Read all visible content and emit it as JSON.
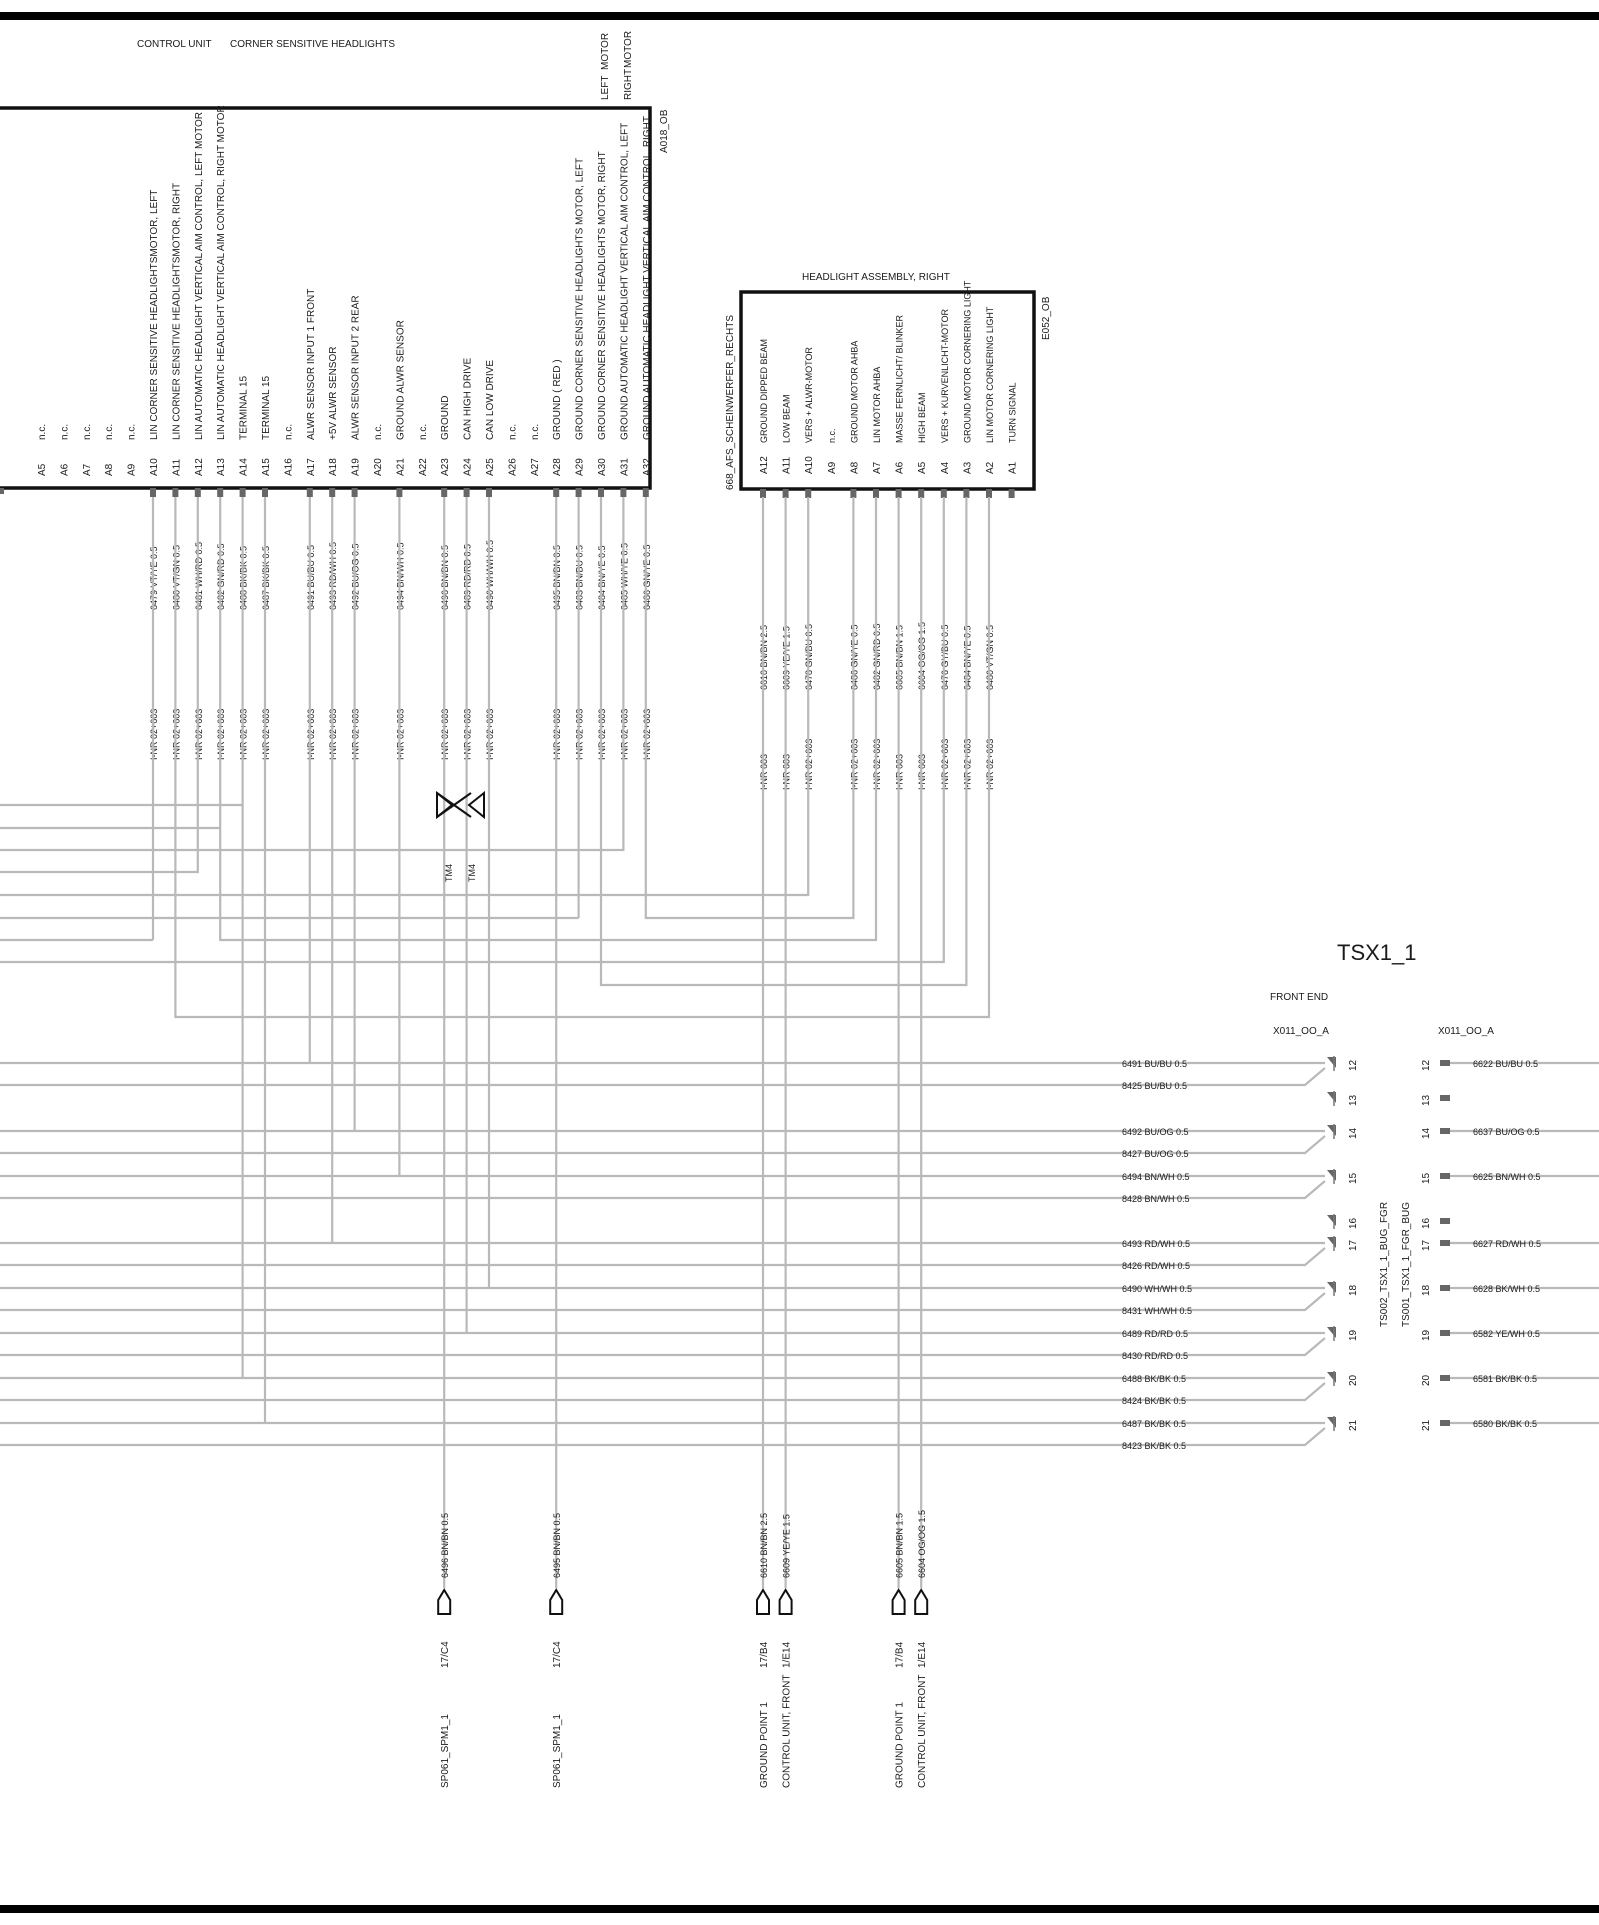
{
  "top_labels": {
    "control_unit": "CONTROL UNIT",
    "corner_headlights": "CORNER SENSITIVE HEADLIGHTS",
    "motor_left": "MOTOR",
    "motor_right": "MOTOR",
    "left_frag": "LEFT",
    "right_frag": "RIGHT"
  },
  "ecu": {
    "id": "A018_OB",
    "pins": [
      {
        "pin": "A5",
        "desc": "n.c.",
        "wire": "",
        "code": ""
      },
      {
        "pin": "A6",
        "desc": "n.c.",
        "wire": "",
        "code": ""
      },
      {
        "pin": "A7",
        "desc": "n.c.",
        "wire": "",
        "code": ""
      },
      {
        "pin": "A8",
        "desc": "n.c.",
        "wire": "",
        "code": ""
      },
      {
        "pin": "A9",
        "desc": "n.c.",
        "wire": "",
        "code": ""
      },
      {
        "pin": "A10",
        "desc": "LIN   CORNER SENSITIVE HEADLIGHTSMOTOR, LEFT",
        "wire": "6479 VT/YE 0.5",
        "code": "I-NR 02+603"
      },
      {
        "pin": "A11",
        "desc": "LIN   CORNER SENSITIVE HEADLIGHTSMOTOR, RIGHT",
        "wire": "6480 VT/GN 0.5",
        "code": "I-NR 02+603"
      },
      {
        "pin": "A12",
        "desc": "LIN   AUTOMATIC HEADLIGHT VERTICAL AIM CONTROL, LEFT MOTOR",
        "wire": "6481 WH/RD 0.5",
        "code": "I-NR 02+603"
      },
      {
        "pin": "A13",
        "desc": "LIN   AUTOMATIC HEADLIGHT VERTICAL AIM CONTROL, RIGHT MOTOR",
        "wire": "6482 GN/RD 0.5",
        "code": "I-NR 02+603"
      },
      {
        "pin": "A14",
        "desc": "TERMINAL 15",
        "wire": "6488 BK/BK 0.5",
        "code": "I-NR 02+603"
      },
      {
        "pin": "A15",
        "desc": "TERMINAL 15",
        "wire": "6487 BK/BK 0.5",
        "code": "I-NR 02+603"
      },
      {
        "pin": "A16",
        "desc": "n.c.",
        "wire": "",
        "code": ""
      },
      {
        "pin": "A17",
        "desc": "ALWR SENSOR   INPUT   1 FRONT",
        "wire": "6491 BU/BU 0.5",
        "code": "I-NR 02+603"
      },
      {
        "pin": "A18",
        "desc": "+5V   ALWR SENSOR",
        "wire": "6493 RD/WH 0.5",
        "code": "I-NR 02+603"
      },
      {
        "pin": "A19",
        "desc": "ALWR SENSOR   INPUT   2 REAR",
        "wire": "6492 BU/OG 0.5",
        "code": "I-NR 02+603"
      },
      {
        "pin": "A20",
        "desc": "n.c.",
        "wire": "",
        "code": ""
      },
      {
        "pin": "A21",
        "desc": "GROUND ALWR SENSOR",
        "wire": "6494 BN/WH 0.5",
        "code": "I-NR 02+603"
      },
      {
        "pin": "A22",
        "desc": "n.c.",
        "wire": "",
        "code": ""
      },
      {
        "pin": "A23",
        "desc": "GROUND",
        "wire": "6496 BN/BN 0.5",
        "code": "I-NR 02+603"
      },
      {
        "pin": "A24",
        "desc": "CAN HIGH   DRIVE",
        "wire": "6489 RD/RD 0.5",
        "code": "I-NR 02+603"
      },
      {
        "pin": "A25",
        "desc": "CAN LOW   DRIVE",
        "wire": "6490 WH/WH 0.5",
        "code": "I-NR 02+603"
      },
      {
        "pin": "A26",
        "desc": "n.c.",
        "wire": "",
        "code": ""
      },
      {
        "pin": "A27",
        "desc": "n.c.",
        "wire": "",
        "code": ""
      },
      {
        "pin": "A28",
        "desc": "GROUND   ( RED )",
        "wire": "6495 BN/BN 0.5",
        "code": "I-NR 02+603"
      },
      {
        "pin": "A29",
        "desc": "GROUND   CORNER SENSITIVE HEADLIGHTS MOTOR, LEFT",
        "wire": "6483 BN/BU 0.5",
        "code": "I-NR 02+603"
      },
      {
        "pin": "A30",
        "desc": "GROUND   CORNER SENSITIVE HEADLIGHTS MOTOR, RIGHT",
        "wire": "6484 BN/YE 0.5",
        "code": "I-NR 02+603"
      },
      {
        "pin": "A31",
        "desc": "GROUND   AUTOMATIC HEADLIGHT VERTICAL AIM CONTROL, LEFT",
        "wire": "6485 WH/YE 0.5",
        "code": "I-NR 02+603"
      },
      {
        "pin": "A32",
        "desc": "GROUND   AUTOMATIC HEADLIGHT VERTICAL AIM CONTROL, RIGHT",
        "wire": "6486 GN/YE 0.5",
        "code": "I-NR 02+603"
      }
    ]
  },
  "headlight": {
    "title": "HEADLIGHT ASSEMBLY, RIGHT",
    "id": "E052_OB",
    "side_label": "668_AFS_SCHEINWERFER_RECHTS",
    "pins": [
      {
        "pin": "A12",
        "desc": "GROUND DIPPED BEAM",
        "wire": "6610 BN/BN 2.5",
        "code": "I-NR 603"
      },
      {
        "pin": "A11",
        "desc": "LOW BEAM",
        "wire": "6609 YE/YE 1.5",
        "code": "I-NR 603"
      },
      {
        "pin": "A10",
        "desc": "VERS + ALWR-MOTOR",
        "wire": "6478 GN/BU 0.5",
        "code": "I-NR 02+603"
      },
      {
        "pin": "A9",
        "desc": "n.c.",
        "wire": "",
        "code": ""
      },
      {
        "pin": "A8",
        "desc": "GROUND MOTOR AHBA",
        "wire": "6486 GN/YE 0.5",
        "code": "I-NR 02+603"
      },
      {
        "pin": "A7",
        "desc": "LIN MOTOR AHBA",
        "wire": "6482 GN/RD 0.5",
        "code": "I-NR 02+603"
      },
      {
        "pin": "A6",
        "desc": "MASSE FERNLICHT/ BLINKER",
        "wire": "6605 BN/BN 1.5",
        "code": "I-NR 603"
      },
      {
        "pin": "A5",
        "desc": "HIGH BEAM",
        "wire": "6604 OG/OG 1.5",
        "code": "I-NR 603"
      },
      {
        "pin": "A4",
        "desc": "VERS + KURVENLICHT-MOTOR",
        "wire": "6476 GY/BU 0.5",
        "code": "I-NR 02+603"
      },
      {
        "pin": "A3",
        "desc": "GROUND MOTOR CORNERING LIGHT",
        "wire": "6484 BN/YE 0.5",
        "code": "I-NR 02+603"
      },
      {
        "pin": "A2",
        "desc": "LIN MOTOR CORNERING LIGHT",
        "wire": "6480 VT/GN 0.5",
        "code": "I-NR 02+603"
      },
      {
        "pin": "A1",
        "desc": "TURN SIGNAL",
        "wire": "",
        "code": ""
      }
    ]
  },
  "twist_labels": [
    "TM4",
    "TM4"
  ],
  "connector_block": {
    "title": "TSX1_1",
    "subtitle": "FRONT END",
    "left_id": "X011_OO_A",
    "right_id": "X011_OO_A",
    "vertical_labels": [
      "TS002_TSX1_1_BUG_FGR",
      "TS001_TSX1_1_FGR_BUG"
    ],
    "rows": [
      {
        "pin": "12",
        "left_wire": "6491 BU/BU 0.5",
        "left_wire2": "8425 BU/BU 0.5",
        "right_wire": "6622 BU/BU 0.5"
      },
      {
        "pin": "13",
        "left_wire": "",
        "left_wire2": "",
        "right_wire": ""
      },
      {
        "pin": "14",
        "left_wire": "6492 BU/OG 0.5",
        "left_wire2": "8427 BU/OG 0.5",
        "right_wire": "6637 BU/OG 0.5"
      },
      {
        "pin": "15",
        "left_wire": "6494 BN/WH 0.5",
        "left_wire2": "8428 BN/WH 0.5",
        "right_wire": "6625 BN/WH 0.5"
      },
      {
        "pin": "16",
        "left_wire": "",
        "left_wire2": "",
        "right_wire": ""
      },
      {
        "pin": "17",
        "left_wire": "6493 RD/WH 0.5",
        "left_wire2": "8426 RD/WH 0.5",
        "right_wire": "6627 RD/WH 0.5"
      },
      {
        "pin": "18",
        "left_wire": "6490 WH/WH 0.5",
        "left_wire2": "8431 WH/WH 0.5",
        "right_wire": "6628 BK/WH 0.5"
      },
      {
        "pin": "19",
        "left_wire": "6489 RD/RD 0.5",
        "left_wire2": "8430 RD/RD 0.5",
        "right_wire": "6582 YE/WH 0.5"
      },
      {
        "pin": "20",
        "left_wire": "6488 BK/BK 0.5",
        "left_wire2": "8424 BK/BK 0.5",
        "right_wire": "6581 BK/BK 0.5"
      },
      {
        "pin": "21",
        "left_wire": "6487 BK/BK 0.5",
        "left_wire2": "8423 BK/BK 0.5",
        "right_wire": "6580 BK/BK 0.5"
      }
    ]
  },
  "grounds": [
    {
      "wire": "6496 BN/BN 0.5",
      "ref": "17/C4",
      "name": "SP061_SPM1_1",
      "name2": ""
    },
    {
      "wire": "6495 BN/BN 0.5",
      "ref": "17/C4",
      "name": "SP061_SPM1_1",
      "name2": ""
    },
    {
      "wire": "6610 BN/BN 2.5",
      "ref": "17/B4",
      "name": "GROUND POINT 1",
      "name2": ""
    },
    {
      "wire": "6609 YE/YE 1.5",
      "ref": "1/E14",
      "name": "CONTROL UNIT, FRONT",
      "name2": ""
    },
    {
      "wire": "6605 BN/BN 1.5",
      "ref": "17/B4",
      "name": "GROUND POINT 1",
      "name2": ""
    },
    {
      "wire": "6604 OG/OG 1.5",
      "ref": "1/E14",
      "name": "CONTROL UNIT, FRONT",
      "name2": ""
    }
  ]
}
